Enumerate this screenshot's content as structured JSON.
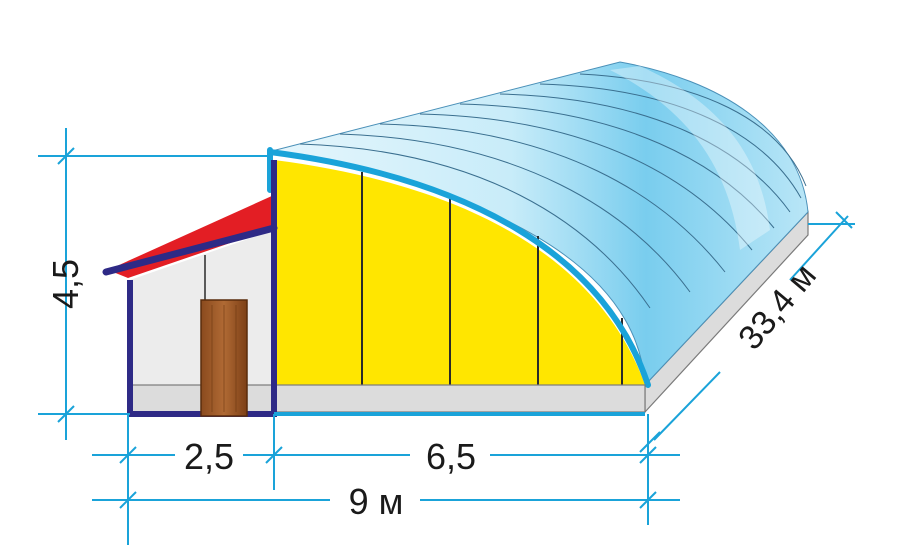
{
  "diagram": {
    "dimensions": {
      "height": "4,5",
      "annex_width": "2,5",
      "greenhouse_width": "6,5",
      "total_width": "9 м",
      "length": "33,4 м"
    },
    "colors": {
      "dimension_lines": "#1aa3d9",
      "roof_glass_light": "#d8f1fb",
      "roof_glass_dark": "#6cc6ec",
      "end_wall": "#ffe600",
      "annex_roof": "#e31e24",
      "frame_outline": "#2e2a86",
      "foundation": "#d9d9d9",
      "door": "#9b5a2a"
    },
    "icons": [
      "greenhouse-arch",
      "annex-shed",
      "door"
    ]
  }
}
